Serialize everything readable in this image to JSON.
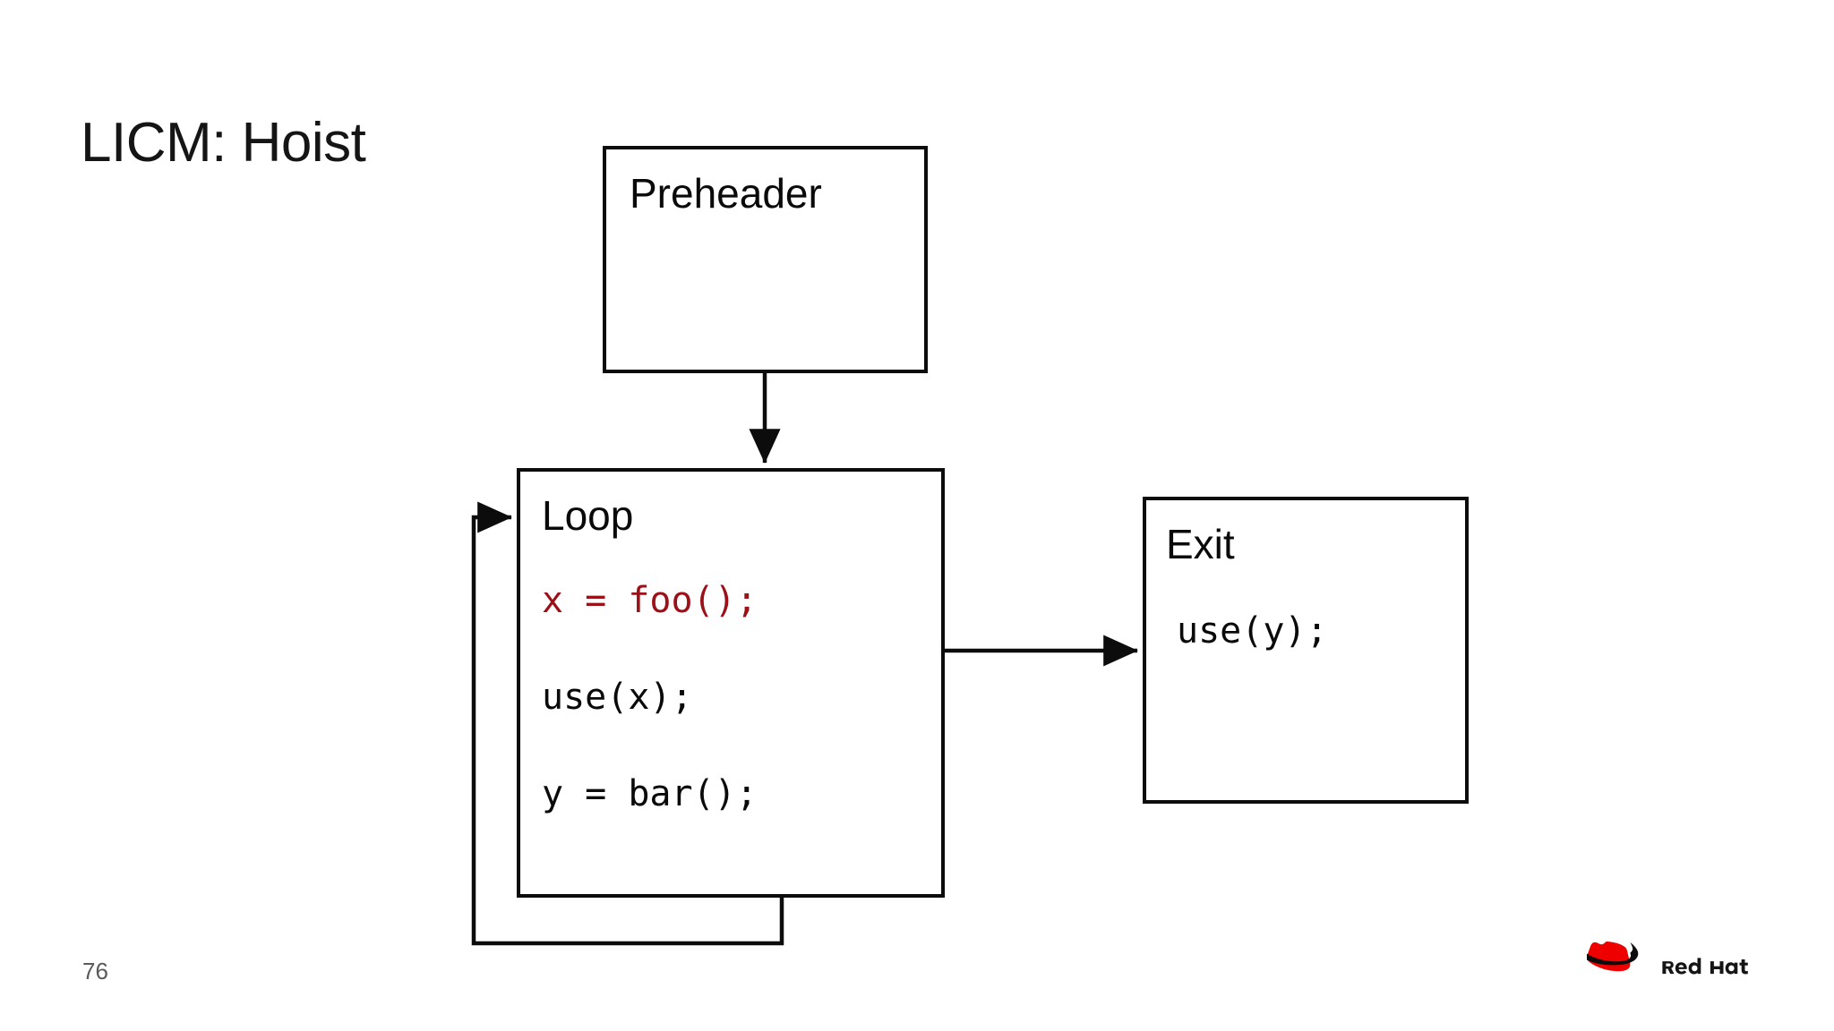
{
  "slide": {
    "title": "LICM: Hoist",
    "page_number": "76",
    "background_color": "#ffffff"
  },
  "colors": {
    "stroke": "#0c0c0c",
    "text": "#0a0a0a",
    "title_text": "#151515",
    "hoist_highlight": "#9c1117",
    "page_number_text": "#5a5a5a",
    "brand_red": "#ee0000",
    "brand_black": "#151515"
  },
  "diagram": {
    "type": "control-flow-graph",
    "blocks": [
      {
        "id": "preheader",
        "label": "Preheader",
        "code": []
      },
      {
        "id": "loop",
        "label": "Loop",
        "code": [
          {
            "text": "x = foo();",
            "highlight": true
          },
          {
            "text": "use(x);",
            "highlight": false
          },
          {
            "text": "y = bar();",
            "highlight": false
          }
        ]
      },
      {
        "id": "exit",
        "label": "Exit",
        "code": [
          {
            "text": "use(y);",
            "highlight": false
          }
        ]
      }
    ],
    "edges": [
      {
        "id": "preheader-to-loop",
        "from": "preheader",
        "to": "loop",
        "kind": "forward"
      },
      {
        "id": "loop-to-exit",
        "from": "loop",
        "to": "exit",
        "kind": "forward"
      },
      {
        "id": "loop-back-edge",
        "from": "loop",
        "to": "loop",
        "kind": "back-edge"
      }
    ]
  },
  "branding": {
    "logo_name": "red-hat-logo",
    "wordmark": "Red Hat"
  }
}
